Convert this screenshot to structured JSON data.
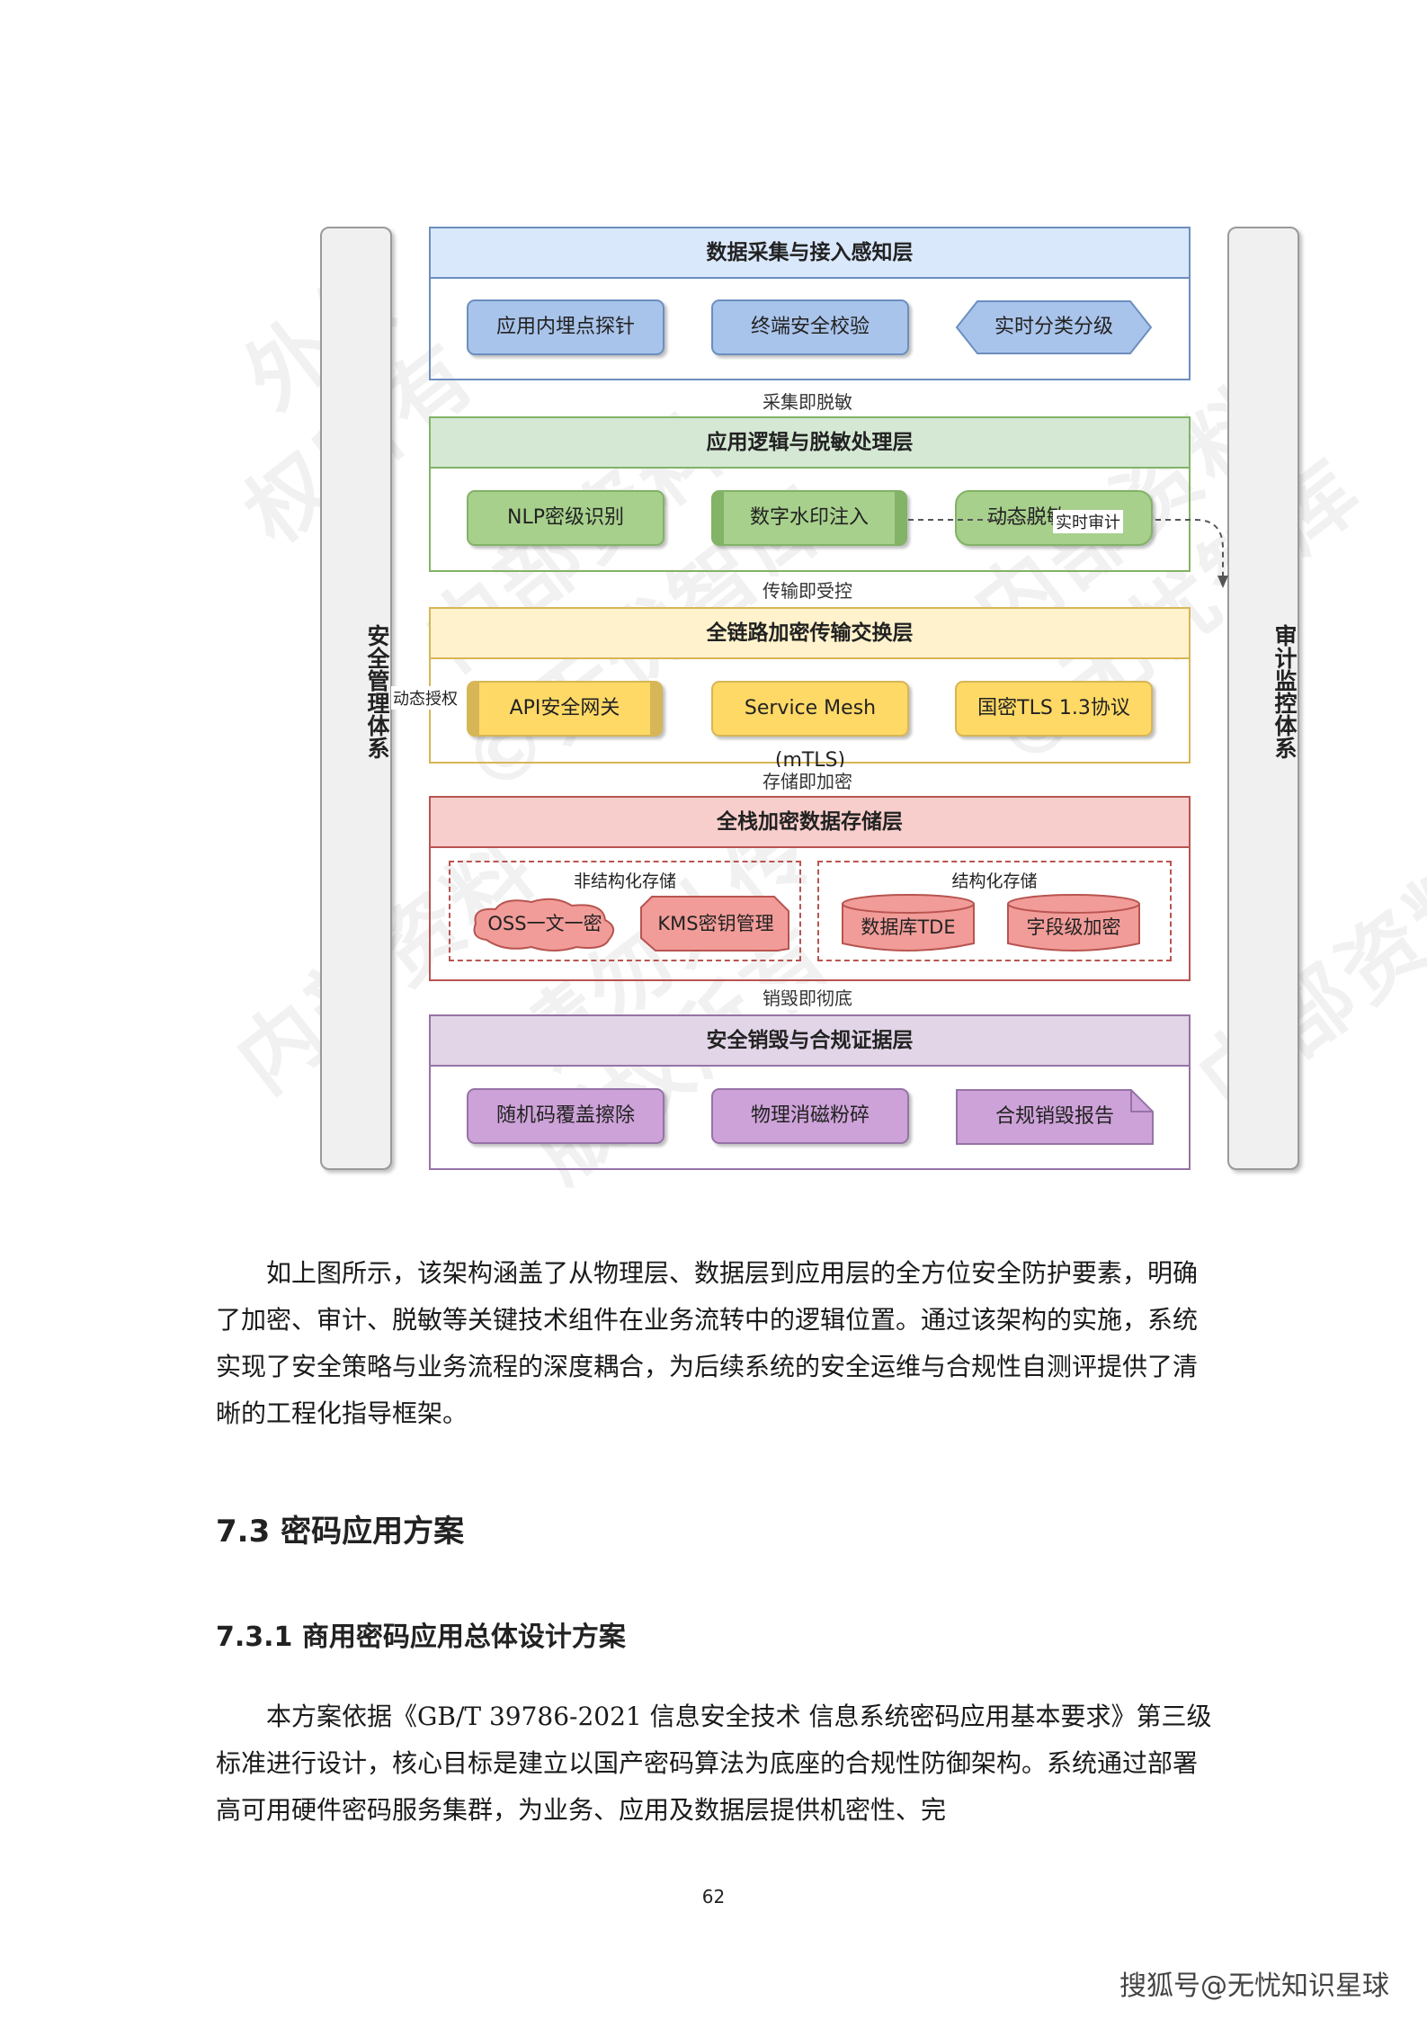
{
  "watermark": {
    "lines": [
      "外传",
      "权所有",
      "内部资料",
      "©无忧智库",
      "请勿外传",
      "版权所有"
    ]
  },
  "diagram": {
    "left_pillar": "安全管理体系",
    "right_pillar": "审计监控体系",
    "layers": [
      {
        "title": "数据采集与接入感知层",
        "nodes": [
          "应用内埋点探针",
          "终端安全校验",
          "实时分类分级"
        ]
      },
      {
        "title": "应用逻辑与脱敏处理层",
        "nodes": [
          "NLP密级识别",
          "数字水印注入",
          "动态脱敏"
        ]
      },
      {
        "title": "全链路加密传输交换层",
        "nodes": [
          "API安全网关",
          "Service Mesh (mTLS)",
          "国密TLS 1.3协议"
        ]
      },
      {
        "title": "全栈加密数据存储层",
        "groups": [
          {
            "label": "非结构化存储",
            "nodes": [
              "OSS一文一密",
              "KMS密钥管理"
            ]
          },
          {
            "label": "结构化存储",
            "nodes": [
              "数据库TDE",
              "字段级加密"
            ]
          }
        ]
      },
      {
        "title": "安全销毁与合规证据层",
        "nodes": [
          "随机码覆盖擦除",
          "物理消磁粉碎",
          "合规销毁报告"
        ]
      }
    ],
    "connectors": [
      "采集即脱敏",
      "传输即受控",
      "存储即加密",
      "销毁即彻底"
    ],
    "edge_labels": {
      "audit": "实时审计",
      "auth": "动态授权"
    }
  },
  "paragraph1": "如上图所示，该架构涵盖了从物理层、数据层到应用层的全方位安全防护要素，明确了加密、审计、脱敏等关键技术组件在业务流转中的逻辑位置。通过该架构的实施，系统实现了安全策略与业务流程的深度耦合，为后续系统的安全运维与合规性自测评提供了清晰的工程化指导框架。",
  "heading_73": "7.3 密码应用方案",
  "heading_731": "7.3.1 商用密码应用总体设计方案",
  "paragraph2": "本方案依据《GB/T 39786-2021 信息安全技术 信息系统密码应用基本要求》第三级标准进行设计，核心目标是建立以国产密码算法为底座的合规性防御架构。系统通过部署高可用硬件密码服务集群，为业务、应用及数据层提供机密性、完",
  "page_number": "62",
  "footer_brand": "搜狐号@无忧知识星球"
}
